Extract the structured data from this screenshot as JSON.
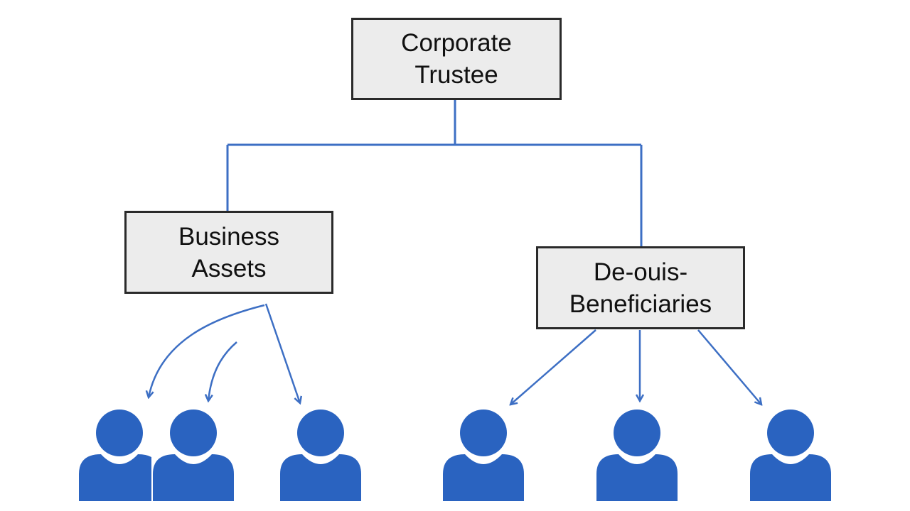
{
  "colors": {
    "connector": "#3d6fc4",
    "person": "#2a63c0",
    "box_fill": "#ececec",
    "box_border": "#2a2a2a"
  },
  "nodes": {
    "trustee": {
      "line1": "Corporate",
      "line2": "Trustee"
    },
    "assets": {
      "line1": "Business",
      "line2": "Assets"
    },
    "beneficiaries": {
      "line1": "De-ouis-",
      "line2": "Beneficiaries"
    }
  },
  "icons": {
    "person": "person-icon",
    "arrow": "arrow-head-icon"
  },
  "groups": {
    "assets_people": 3,
    "beneficiary_people": 3
  }
}
